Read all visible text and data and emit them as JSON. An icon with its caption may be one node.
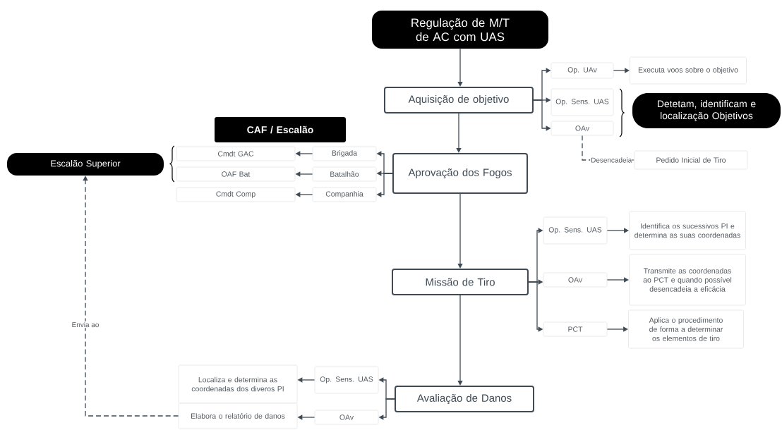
{
  "diagram": {
    "nodes": [
      {
        "text": [
          "Regulação de M/T de AC com UAS"
        ]
      },
      {
        "text": [
          "Aquisição de objetivo"
        ]
      },
      {
        "text": [
          "Op. UAv"
        ]
      },
      {
        "text": [
          "Executa voos sobre o objetivo"
        ]
      },
      {
        "text": [
          "Op. Sens. UAS"
        ]
      },
      {
        "text": [
          "OAv"
        ]
      },
      {
        "text": [
          "Detetam, identificam e localização Objetivos"
        ]
      },
      {
        "text": [
          "Pedido Inicial de Tiro"
        ]
      },
      {
        "text": [
          "CAF / Escalão"
        ]
      },
      {
        "text": [
          "Aprovação dos Fogos"
        ]
      },
      {
        "text": [
          "Brigada"
        ]
      },
      {
        "text": [
          "Cmdt GAC"
        ]
      },
      {
        "text": [
          "Batalhão"
        ]
      },
      {
        "text": [
          "OAF Bat"
        ]
      },
      {
        "text": [
          "Companhia"
        ]
      },
      {
        "text": [
          "Cmdt Comp"
        ]
      },
      {
        "text": [
          "Escalão Superior"
        ]
      },
      {
        "text": [
          "Missão de Tiro"
        ]
      },
      {
        "text": [
          "Op. Sens. UAS"
        ]
      },
      {
        "text": [
          "Identifica os sucessivos PI e determina as suas coordenadas"
        ]
      },
      {
        "text": [
          "OAv"
        ]
      },
      {
        "text": [
          "Transmite as coordenadas ao PCT e quando possível desencadeia a eficácia"
        ]
      },
      {
        "text": [
          "PCT"
        ]
      },
      {
        "text": [
          "Aplica o procedimento de forma a determinar os elementos de tiro"
        ]
      },
      {
        "text": [
          "Avaliação de Danos"
        ]
      },
      {
        "text": [
          "Op. Sens. UAS"
        ]
      },
      {
        "text": [
          "Localiza e determina as coordenadas dos diveros PI"
        ]
      },
      {
        "text": [
          "OAv"
        ]
      },
      {
        "text": [
          "Elabora o relatório de danos"
        ]
      }
    ],
    "edges": [
      {
        "from": 0,
        "to": 1,
        "arrow": "to"
      },
      {
        "from": 1,
        "to": 9,
        "arrow": "to"
      },
      {
        "from": 9,
        "to": 17,
        "arrow": "to"
      },
      {
        "from": 17,
        "to": 24,
        "arrow": "to"
      },
      {
        "from": 1,
        "to": 2,
        "arrow": "to"
      },
      {
        "from": 1,
        "to": 4,
        "arrow": "to"
      },
      {
        "from": 1,
        "to": 5,
        "arrow": "to"
      },
      {
        "from": 2,
        "to": 3,
        "arrow": "to"
      },
      {
        "from": 5,
        "to": 7,
        "arrow": "to",
        "label": "Desencadeia",
        "style": "dashed"
      },
      {
        "from": 9,
        "to": 10,
        "arrow": "to"
      },
      {
        "from": 9,
        "to": 12,
        "arrow": "to"
      },
      {
        "from": 9,
        "to": 14,
        "arrow": "to"
      },
      {
        "from": 10,
        "to": 11,
        "arrow": "to"
      },
      {
        "from": 12,
        "to": 13,
        "arrow": "to"
      },
      {
        "from": 14,
        "to": 15,
        "arrow": "to"
      },
      {
        "from": 17,
        "to": 18,
        "arrow": "to"
      },
      {
        "from": 17,
        "to": 20,
        "arrow": "to"
      },
      {
        "from": 17,
        "to": 22,
        "arrow": "to"
      },
      {
        "from": 18,
        "to": 19,
        "arrow": "to"
      },
      {
        "from": 20,
        "to": 21,
        "arrow": "to"
      },
      {
        "from": 22,
        "to": 23,
        "arrow": "to"
      },
      {
        "from": 24,
        "to": 25,
        "arrow": "to"
      },
      {
        "from": 24,
        "to": 27,
        "arrow": "to"
      },
      {
        "from": 25,
        "to": 26,
        "arrow": "to"
      },
      {
        "from": 27,
        "to": 28,
        "arrow": "to"
      },
      {
        "from": 28,
        "to": 16,
        "arrow": "to",
        "label": "Envia ao",
        "style": "dashed"
      }
    ]
  }
}
